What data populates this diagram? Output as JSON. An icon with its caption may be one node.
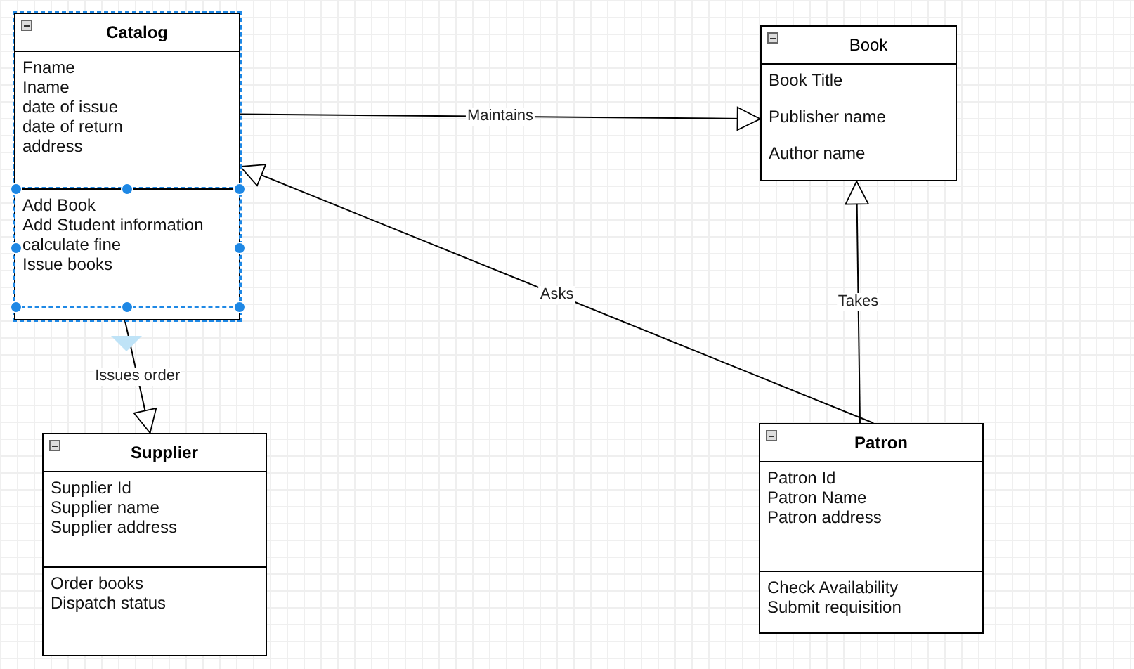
{
  "diagram": {
    "nodes": [
      {
        "text": [
          "Catalog"
        ]
      },
      {
        "text": [
          "Fname",
          "Iname",
          "date of issue",
          "date of return",
          "address"
        ],
        "in": 0
      },
      {
        "text": [
          "Add Book",
          "Add Student information",
          "calculate fine",
          "Issue books"
        ],
        "in": 0
      },
      {
        "text": [
          "Book"
        ]
      },
      {
        "text": [
          "Book Title",
          "Publisher name",
          "Author name"
        ],
        "in": 3
      },
      {
        "text": [
          "Supplier"
        ]
      },
      {
        "text": [
          "Supplier Id",
          "Supplier name",
          "Supplier address"
        ],
        "in": 5
      },
      {
        "text": [
          "Order books",
          "Dispatch status"
        ],
        "in": 5
      },
      {
        "text": [
          "Patron"
        ]
      },
      {
        "text": [
          "Patron Id",
          "Patron Name",
          "Patron address"
        ],
        "in": 8
      },
      {
        "text": [
          "Check Availability",
          "Submit requisition"
        ],
        "in": 8
      }
    ],
    "edges": [
      {
        "from": 0,
        "to": 3,
        "arrow": "to",
        "label": "Maintains"
      },
      {
        "from": 8,
        "to": 0,
        "arrow": "to",
        "label": "Asks"
      },
      {
        "from": 8,
        "to": 3,
        "arrow": "to",
        "label": "Takes"
      },
      {
        "from": 0,
        "to": 5,
        "arrow": "to",
        "label": "Issues order"
      }
    ]
  }
}
